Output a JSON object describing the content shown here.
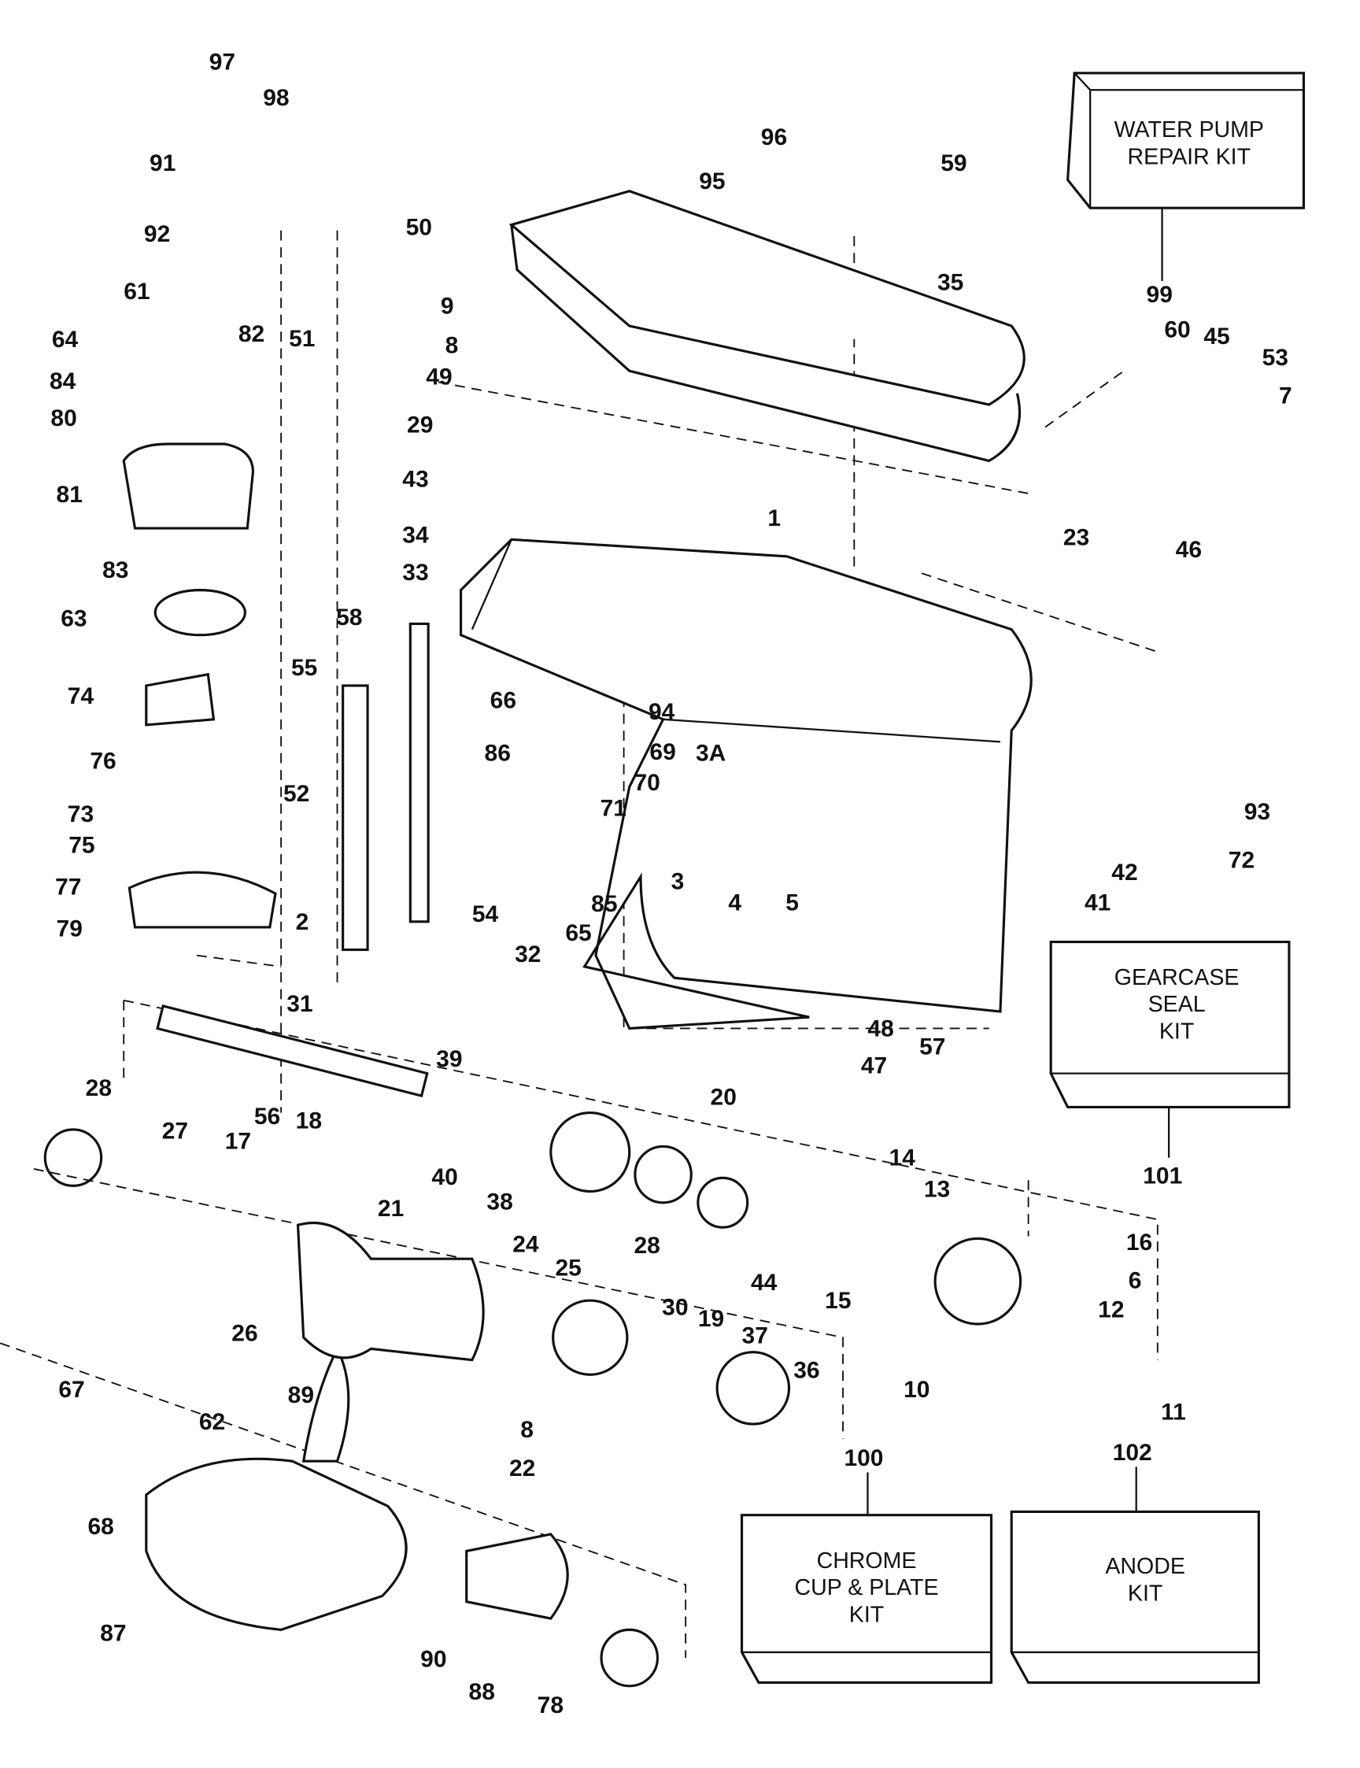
{
  "diagram": {
    "part_numbers": [
      "97",
      "98",
      "91",
      "92",
      "50",
      "9",
      "61",
      "64",
      "82",
      "51",
      "8",
      "84",
      "49",
      "80",
      "29",
      "81",
      "43",
      "34",
      "83",
      "33",
      "63",
      "58",
      "55",
      "74",
      "76",
      "52",
      "73",
      "75",
      "77",
      "79",
      "2",
      "54",
      "32",
      "31",
      "96",
      "95",
      "59",
      "35",
      "99",
      "60",
      "45",
      "53",
      "7",
      "23",
      "46",
      "1",
      "66",
      "94",
      "69",
      "86",
      "3A",
      "70",
      "71",
      "93",
      "72",
      "42",
      "41",
      "3",
      "4",
      "5",
      "85",
      "65",
      "48",
      "47",
      "57",
      "39",
      "28",
      "18",
      "20",
      "27",
      "56",
      "17",
      "14",
      "40",
      "21",
      "13",
      "38",
      "101",
      "16",
      "24",
      "28",
      "25",
      "44",
      "6",
      "12",
      "15",
      "26",
      "30",
      "19",
      "37",
      "36",
      "10",
      "11",
      "89",
      "67",
      "62",
      "8",
      "22",
      "100",
      "102",
      "68",
      "87",
      "90",
      "88",
      "78"
    ],
    "kits": {
      "water_pump": [
        "WATER PUMP",
        "REPAIR KIT"
      ],
      "gearcase_seal": [
        "GEARCASE",
        "SEAL",
        "KIT"
      ],
      "chrome_cup": [
        "CHROME",
        "CUP & PLATE",
        "KIT"
      ],
      "anode": [
        "ANODE",
        "KIT"
      ]
    }
  }
}
